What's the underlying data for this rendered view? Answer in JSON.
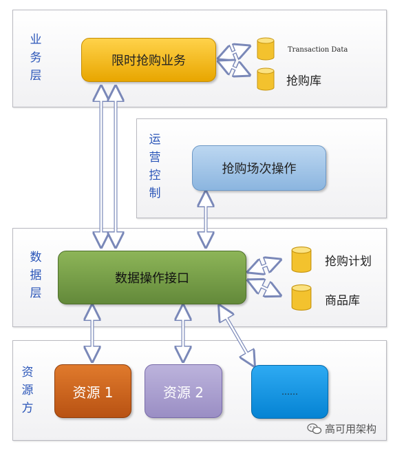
{
  "layers": {
    "business": {
      "label": [
        "业",
        "务",
        "层"
      ]
    },
    "ops": {
      "label": [
        "运",
        "营",
        "控",
        "制"
      ]
    },
    "data": {
      "label": [
        "数",
        "据",
        "层"
      ]
    },
    "resource": {
      "label": [
        "资",
        "源",
        "方"
      ]
    }
  },
  "boxes": {
    "flash_sale": "限时抢购业务",
    "session_ops": "抢购场次操作",
    "data_api": "数据操作接口",
    "res1": "资源 1",
    "res2": "资源 2",
    "res_more": "……"
  },
  "databases": {
    "transaction": "Transaction Data",
    "flash_db": "抢购库",
    "plan": "抢购计划",
    "goods": "商品库"
  },
  "watermark": "高可用架构",
  "colors": {
    "flash_sale": "#f3b300",
    "session_ops": "#9cc2e6",
    "data_api": "#6f9a3a",
    "res1": "#cc5f1a",
    "res2": "#a79ccd",
    "res_more": "#1597e5",
    "layer_label": "#2a55b8",
    "db": "#f7cf3a"
  }
}
